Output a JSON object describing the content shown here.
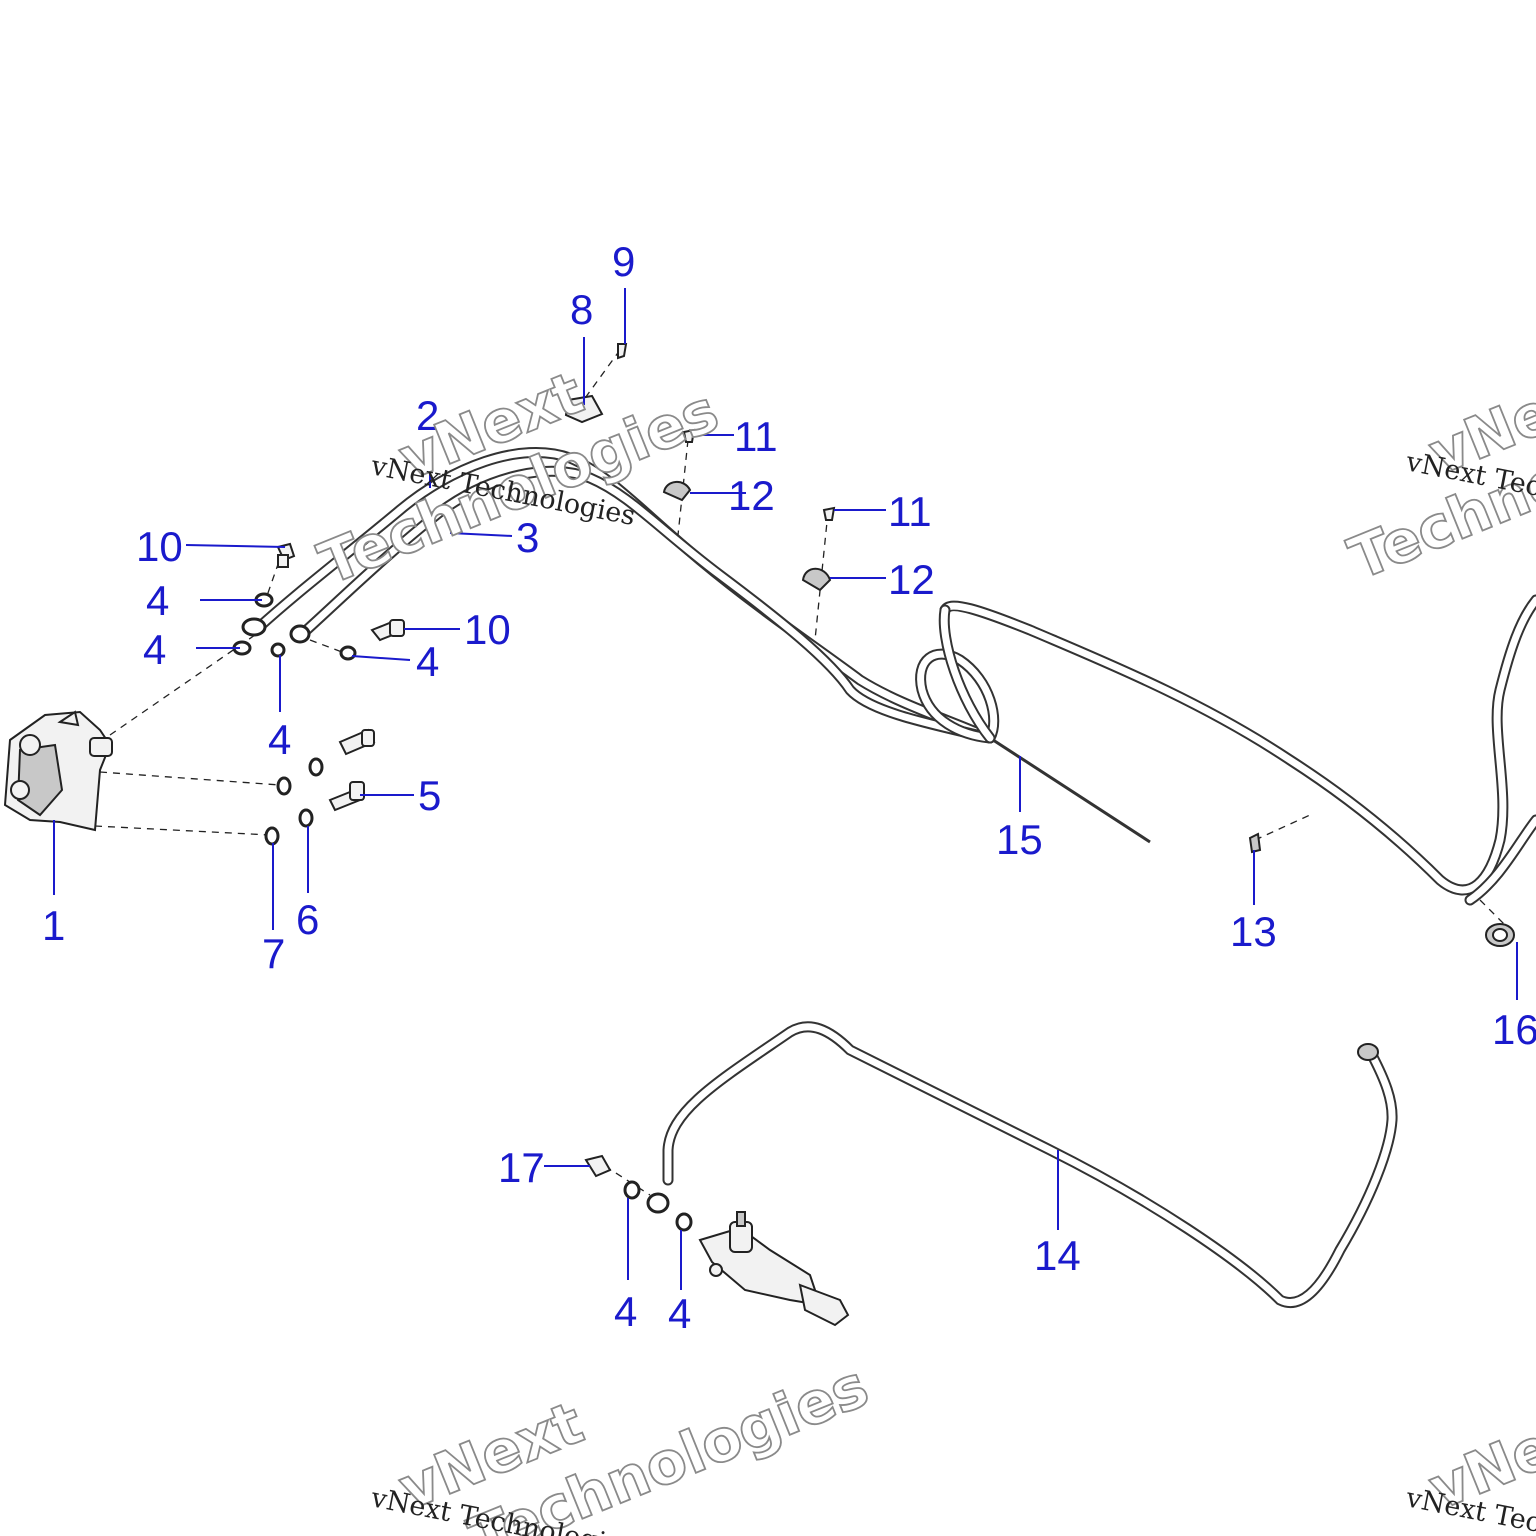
{
  "diagram": {
    "callouts": [
      "1",
      "2",
      "3",
      "4",
      "4",
      "4",
      "4",
      "4",
      "4",
      "5",
      "6",
      "7",
      "8",
      "9",
      "10",
      "10",
      "11",
      "11",
      "12",
      "12",
      "13",
      "14",
      "15",
      "16",
      "17"
    ]
  },
  "watermark": {
    "line": "vNext Technologies",
    "word1": "vNext",
    "word2": "Technologies"
  }
}
